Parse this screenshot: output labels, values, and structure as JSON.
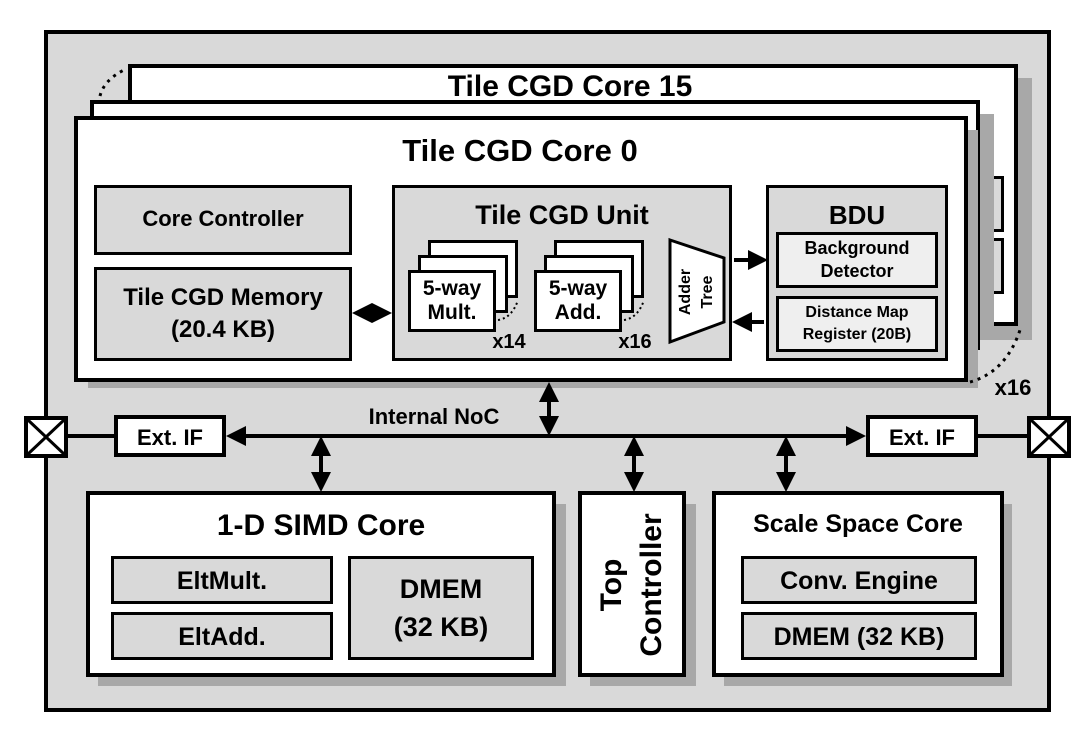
{
  "diagram": {
    "stack_top_title": "Tile CGD Core 15",
    "core0_title": "Tile CGD Core 0",
    "core_multiplier": "x16",
    "core_controller": "Core Controller",
    "tile_memory_line1": "Tile CGD Memory",
    "tile_memory_line2": "(20.4 KB)",
    "tile_unit_title": "Tile CGD Unit",
    "mult_line1": "5-way",
    "mult_line2": "Mult.",
    "mult_count": "x14",
    "add_line1": "5-way",
    "add_line2": "Add.",
    "add_count": "x16",
    "adder_tree_line1": "Adder",
    "adder_tree_line2": "Tree",
    "bdu_title": "BDU",
    "bg_detector_line1": "Background",
    "bg_detector_line2": "Detector",
    "dist_map_line1": "Distance Map",
    "dist_map_line2": "Register (20B)",
    "noc_label": "Internal NoC",
    "ext_if_left": "Ext. IF",
    "ext_if_right": "Ext. IF",
    "simd_title": "1-D SIMD Core",
    "elt_mult": "EltMult.",
    "elt_add": "EltAdd.",
    "simd_dmem_line1": "DMEM",
    "simd_dmem_line2": "(32 KB)",
    "top_controller_line1": "Top",
    "top_controller_line2": "Controller",
    "scale_title": "Scale Space Core",
    "conv_engine": "Conv. Engine",
    "scale_dmem": "DMEM (32 KB)"
  },
  "colors": {
    "background": "#d9d9d9",
    "block": "#ffffff",
    "sub_block": "#d9d9d9",
    "light_block": "#efefef",
    "stroke": "#000000"
  }
}
